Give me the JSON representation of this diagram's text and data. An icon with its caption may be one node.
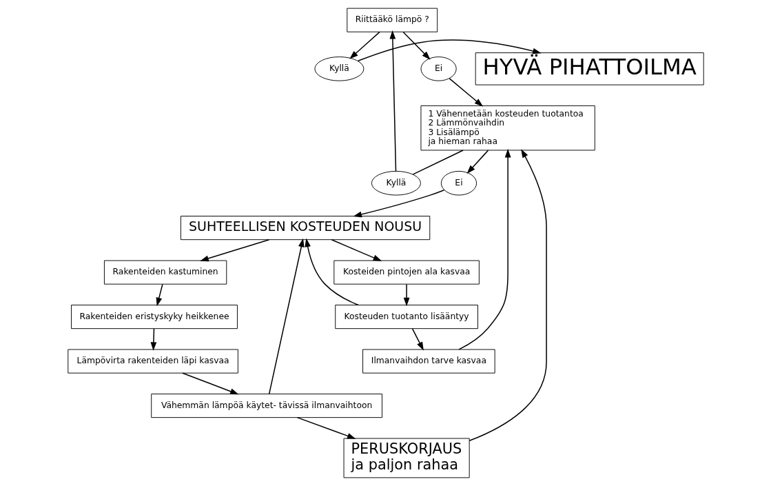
{
  "diagram": {
    "nodes": [
      {
        "text": [
          "HYVÄ PIHATTOILMA"
        ]
      },
      {
        "text": [
          "Kyllä"
        ]
      },
      {
        "text": [
          "Riittääkö lämpö ?"
        ]
      },
      {
        "text": [
          "Kyllä"
        ]
      },
      {
        "text": [
          "Ei"
        ]
      },
      {
        "text": [
          "1 Vähennetään kosteuden tuotantoa",
          "2 Lämmönvaihdin",
          "3 Lisälämpö",
          "ja hieman rahaa"
        ]
      },
      {
        "text": [
          "PERUSKORJAUS",
          "ja paljon rahaa"
        ]
      },
      {
        "text": [
          "Ei"
        ]
      },
      {
        "text": [
          "SUHTEELLISEN KOSTEUDEN NOUSU"
        ]
      },
      {
        "text": [
          "Ilmanvaihdon tarve kasvaa"
        ]
      },
      {
        "text": [
          "Vähemmän lämpöä käytet- tävissä ilmanvaihtoon"
        ]
      },
      {
        "text": [
          "Kosteuden tuotanto lisääntyy"
        ]
      },
      {
        "text": [
          "Rakenteiden kastuminen"
        ]
      },
      {
        "text": [
          "Lämpövirta rakenteiden läpi kasvaa"
        ]
      },
      {
        "text": [
          "Kosteiden pintojen ala kasvaa"
        ]
      },
      {
        "text": [
          "Rakenteiden eristyskyky heikkenee"
        ]
      }
    ],
    "edges": [
      {
        "from": 2,
        "to": 1,
        "arrow": "to"
      },
      {
        "from": 1,
        "to": 0,
        "arrow": "to"
      },
      {
        "from": 5,
        "to": 3,
        "arrow": "none"
      },
      {
        "from": 3,
        "to": 2,
        "arrow": "to"
      },
      {
        "from": 2,
        "to": 4,
        "arrow": "to"
      },
      {
        "from": 4,
        "to": 5,
        "arrow": "to"
      },
      {
        "from": 9,
        "to": 5,
        "arrow": "to"
      },
      {
        "from": 5,
        "to": 7,
        "arrow": "to"
      },
      {
        "from": 7,
        "to": 8,
        "arrow": "to"
      },
      {
        "from": 6,
        "to": 5,
        "arrow": "to"
      },
      {
        "from": 10,
        "to": 6,
        "arrow": "to"
      },
      {
        "from": 10,
        "to": 8,
        "arrow": "to"
      },
      {
        "from": 11,
        "to": 9,
        "arrow": "to"
      },
      {
        "from": 11,
        "to": 8,
        "arrow": "to"
      },
      {
        "from": 14,
        "to": 11,
        "arrow": "to"
      },
      {
        "from": 8,
        "to": 14,
        "arrow": "to"
      },
      {
        "from": 8,
        "to": 12,
        "arrow": "to"
      },
      {
        "from": 12,
        "to": 15,
        "arrow": "to"
      },
      {
        "from": 15,
        "to": 13,
        "arrow": "to"
      },
      {
        "from": 13,
        "to": 10,
        "arrow": "to"
      }
    ]
  }
}
